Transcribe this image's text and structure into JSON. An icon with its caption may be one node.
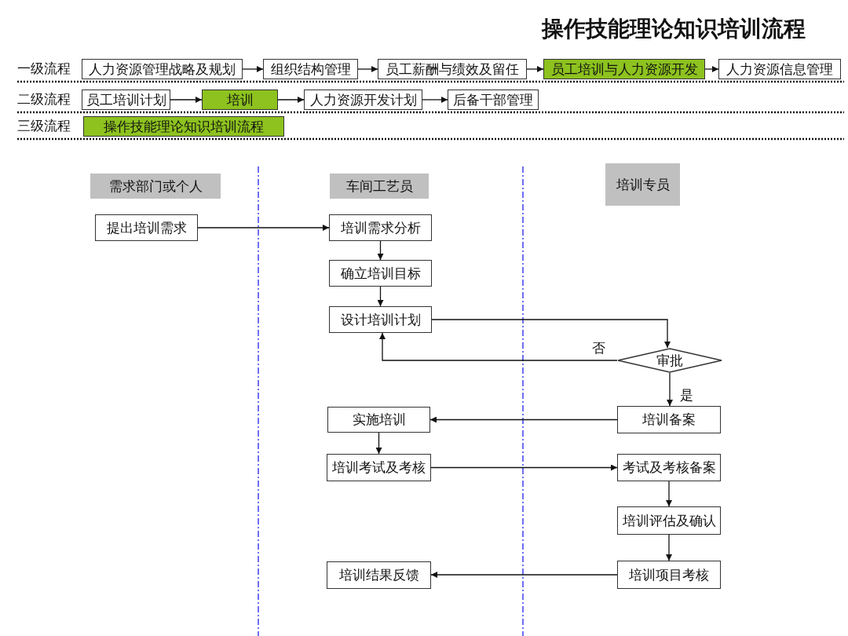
{
  "diagram": {
    "title": "操作技能理论知识培训流程",
    "nodes": [
      {
        "text": [
          "人力资源管理战略及规划"
        ]
      },
      {
        "text": [
          "组织结构管理"
        ]
      },
      {
        "text": [
          "员工薪酬与绩效及留任"
        ]
      },
      {
        "text": [
          "员工培训与人力资源开发"
        ]
      },
      {
        "text": [
          "人力资源信息管理"
        ]
      },
      {
        "text": [
          "员工培训计划"
        ]
      },
      {
        "text": [
          "培训"
        ]
      },
      {
        "text": [
          "人力资源开发计划"
        ]
      },
      {
        "text": [
          "后备干部管理"
        ]
      },
      {
        "text": [
          "操作技能理论知识培训流程"
        ]
      },
      {
        "text": [
          "需求部门或个人"
        ]
      },
      {
        "text": [
          "车间工艺员"
        ]
      },
      {
        "text": [
          "培训专员"
        ]
      },
      {
        "text": [
          "提出培训需求"
        ]
      },
      {
        "text": [
          "培训需求分析"
        ]
      },
      {
        "text": [
          "确立培训目标"
        ]
      },
      {
        "text": [
          "设计培训计划"
        ]
      },
      {
        "text": [
          "审批"
        ]
      },
      {
        "text": [
          "实施培训"
        ]
      },
      {
        "text": [
          "培训考试及考核"
        ]
      },
      {
        "text": [
          "培训结果反馈"
        ]
      },
      {
        "text": [
          "培训备案"
        ]
      },
      {
        "text": [
          "考试及考核备案"
        ]
      },
      {
        "text": [
          "培训评估及确认"
        ]
      },
      {
        "text": [
          "培训项目考核"
        ]
      }
    ],
    "edges": [
      {
        "from": 0,
        "to": 1,
        "arrow": "to"
      },
      {
        "from": 1,
        "to": 2,
        "arrow": "to"
      },
      {
        "from": 2,
        "to": 3,
        "arrow": "to"
      },
      {
        "from": 3,
        "to": 4,
        "arrow": "to"
      },
      {
        "from": 5,
        "to": 6,
        "arrow": "to"
      },
      {
        "from": 6,
        "to": 7,
        "arrow": "to"
      },
      {
        "from": 7,
        "to": 8,
        "arrow": "to"
      },
      {
        "from": 13,
        "to": 14,
        "arrow": "to"
      },
      {
        "from": 14,
        "to": 15,
        "arrow": "to"
      },
      {
        "from": 15,
        "to": 16,
        "arrow": "to"
      },
      {
        "from": 16,
        "to": 17,
        "arrow": "to"
      },
      {
        "from": 17,
        "to": 16,
        "arrow": "to",
        "label": "否"
      },
      {
        "from": 17,
        "to": 21,
        "arrow": "to",
        "label": "是"
      },
      {
        "from": 21,
        "to": 18,
        "arrow": "to"
      },
      {
        "from": 18,
        "to": 19,
        "arrow": "to"
      },
      {
        "from": 19,
        "to": 22,
        "arrow": "to"
      },
      {
        "from": 22,
        "to": 23,
        "arrow": "to"
      },
      {
        "from": 23,
        "to": 24,
        "arrow": "to"
      },
      {
        "from": 24,
        "to": 20,
        "arrow": "to"
      }
    ],
    "labels": [
      "一级流程",
      "二级流程",
      "三级流程"
    ]
  }
}
